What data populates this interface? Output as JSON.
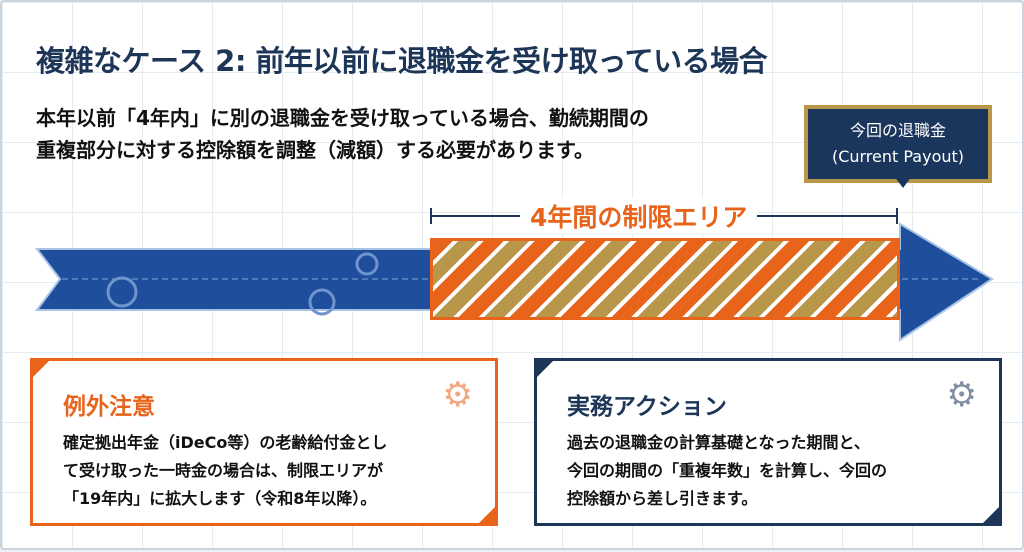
{
  "title": "複雑なケース 2: 前年以前に退職金を受け取っている場合",
  "lead": {
    "line1": "本年以前「4年内」に別の退職金を受け取っている場合、勤続期間の",
    "line2": "重複部分に対する控除額を調整（減額）する必要があります。"
  },
  "callout": {
    "line1": "今回の退職金",
    "line2": "(Current Payout)"
  },
  "restriction_label": "4年間の制限エリア",
  "exception_box": {
    "title": "例外注意",
    "lines": [
      "確定拠出年金（iDeCo等）の老齢給付金とし",
      "て受け取った一時金の場合は、制限エリアが",
      "「19年内」に拡大します（令和8年以降）。"
    ]
  },
  "action_box": {
    "title": "実務アクション",
    "lines": [
      "過去の退職金の計算基礎となった期間と、",
      "今回の期間の「重複年数」を計算し、今回の",
      "控除額から差し引きます。"
    ]
  },
  "colors": {
    "navy": "#1d3557",
    "orange": "#e8641b",
    "gold": "#b8974a",
    "arrow_blue": "#1f4f9c"
  }
}
